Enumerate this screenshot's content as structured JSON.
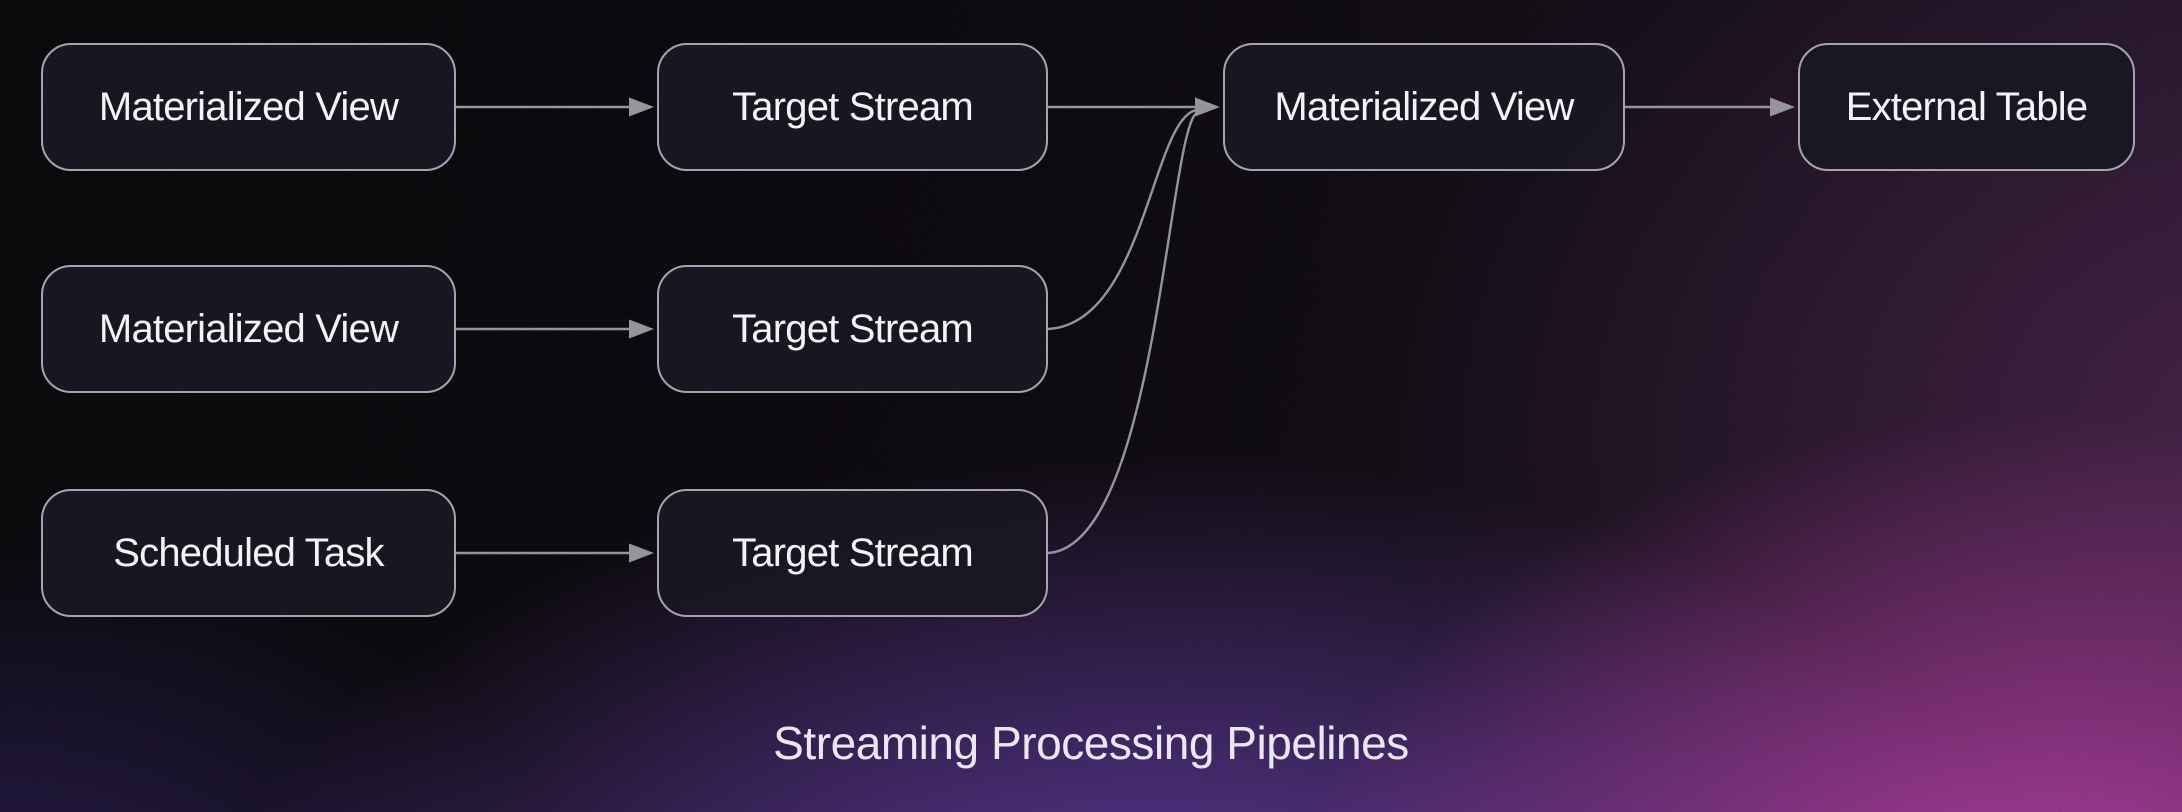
{
  "diagram": {
    "caption": "Streaming Processing Pipelines",
    "nodes": [
      {
        "id": "materialized-view-1",
        "label": "Materialized View"
      },
      {
        "id": "target-stream-1",
        "label": "Target Stream"
      },
      {
        "id": "materialized-view-3",
        "label": "Materialized View"
      },
      {
        "id": "external-table",
        "label": "External Table"
      },
      {
        "id": "materialized-view-2",
        "label": "Materialized View"
      },
      {
        "id": "target-stream-2",
        "label": "Target Stream"
      },
      {
        "id": "scheduled-task",
        "label": "Scheduled Task"
      },
      {
        "id": "target-stream-3",
        "label": "Target Stream"
      }
    ],
    "edges": [
      {
        "from": "materialized-view-1",
        "to": "target-stream-1"
      },
      {
        "from": "materialized-view-2",
        "to": "target-stream-2"
      },
      {
        "from": "scheduled-task",
        "to": "target-stream-3"
      },
      {
        "from": "target-stream-1",
        "to": "materialized-view-3"
      },
      {
        "from": "target-stream-2",
        "to": "materialized-view-3"
      },
      {
        "from": "target-stream-3",
        "to": "materialized-view-3"
      },
      {
        "from": "materialized-view-3",
        "to": "external-table"
      }
    ],
    "colors": {
      "node_fill": "#181520",
      "node_border": "#9e9da6",
      "edge": "#8d8c94",
      "node_text": "#f3f2f5",
      "caption_text": "#e9e5f2",
      "bg_top_left": "#0a080b",
      "bg_bottom_center": "#6d43ae",
      "bg_bottom_right": "#a2429c"
    }
  }
}
